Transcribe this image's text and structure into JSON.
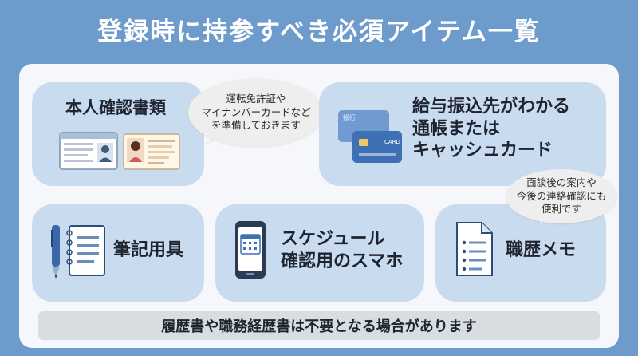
{
  "title": "登録時に持参すべき必須アイテム一覧",
  "cards": [
    {
      "title": "本人確認書類"
    },
    {
      "title": "給与振込先がわかる\n通帳または\nキャッシュカード",
      "bank_label": "銀行",
      "card_label": "CARD"
    },
    {
      "title": "筆記用具"
    },
    {
      "title": "スケジュール\n確認用のスマホ"
    },
    {
      "title": "職歴メモ"
    }
  ],
  "bubbles": [
    {
      "text": "運転免許証や\nマイナンバーカードなど\nを準備しておきます"
    },
    {
      "text": "面談後の案内や\n今後の連絡確認にも\n便利です"
    }
  ],
  "footer": "履歴書や職務経歴書は不要となる場合があります",
  "colors": {
    "background": "#6d9bcb",
    "card": "#c9dbef",
    "panel": "#f5f7fa",
    "footer": "#d8dde2"
  }
}
